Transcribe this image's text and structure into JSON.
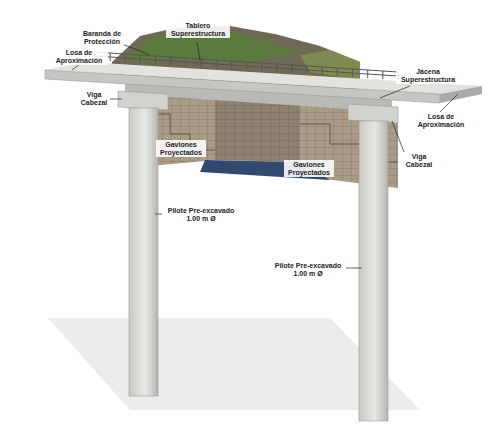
{
  "diagram": {
    "labels": [
      "Baranda de Protección",
      "Tablero Superestructura",
      "Losa de Aproximación",
      "Jácena Superestructura",
      "Losa de Aproximación",
      "Viga Cabezal",
      "Gaviones Proyectados",
      "Gaviones Proyectados",
      "Viga Cabezal",
      "Pilote Pre-excavado 1.00 m Ø",
      "Pilote Pre-excavado 1.00 m Ø"
    ]
  }
}
